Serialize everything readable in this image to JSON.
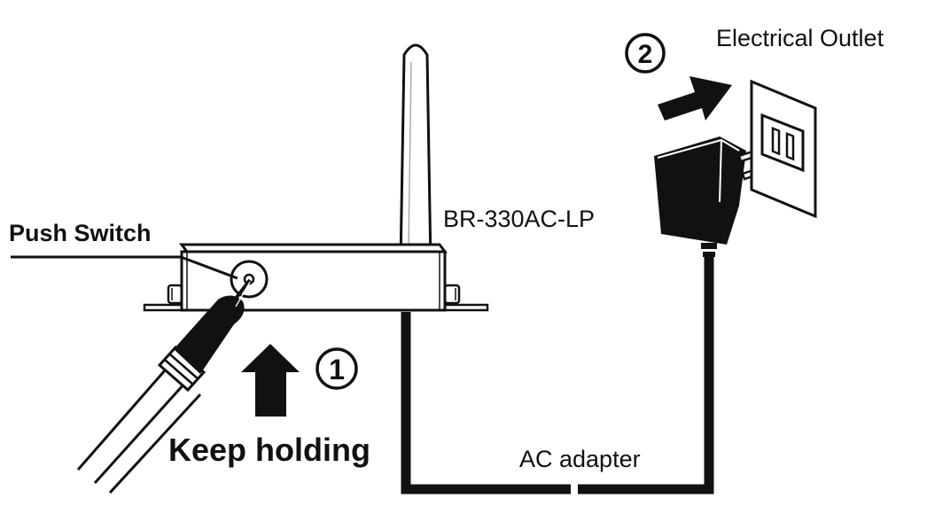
{
  "labels": {
    "device_model": "BR-330AC-LP",
    "push_switch": "Push Switch",
    "keep_holding": "Keep holding",
    "electrical_outlet": "Electrical Outlet",
    "ac_adapter": "AC adapter",
    "step_1": "1",
    "step_2": "2"
  },
  "colors": {
    "ink": "#111111",
    "background": "#ffffff"
  }
}
